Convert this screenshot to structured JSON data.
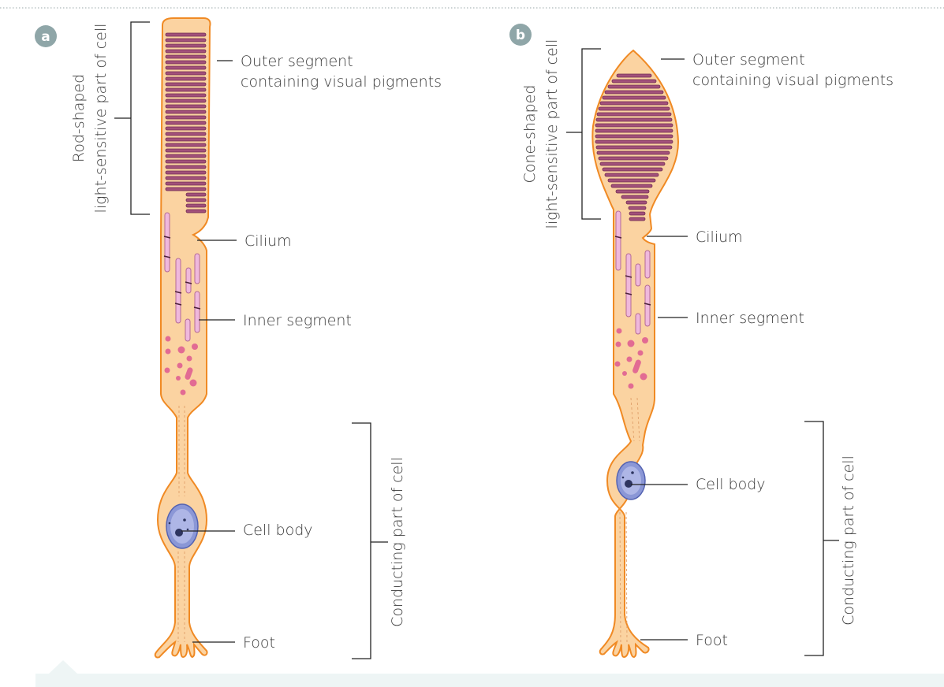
{
  "panels": {
    "a": {
      "badge": "a",
      "bracket_label_line1": "Rod-shaped",
      "bracket_label_line2": "light-sensitive part of cell",
      "outer_segment_line1": "Outer segment",
      "outer_segment_line2": "containing visual pigments",
      "cilium": "Cilium",
      "inner_segment": "Inner segment",
      "cell_body": "Cell body",
      "foot": "Foot",
      "conducting": "Conducting part of cell"
    },
    "b": {
      "badge": "b",
      "bracket_label_line1": "Cone-shaped",
      "bracket_label_line2": "light-sensitive part of cell",
      "outer_segment_line1": "Outer segment",
      "outer_segment_line2": "containing visual pigments",
      "cilium": "Cilium",
      "inner_segment": "Inner segment",
      "cell_body": "Cell body",
      "foot": "Foot",
      "conducting": "Conducting part of cell"
    }
  },
  "colors": {
    "cell_fill": "#fbd3a1",
    "cell_outline": "#f08a24",
    "pigment_discs": "#a2507a",
    "mitochondria": "#efb8dc",
    "granules": "#e26b93",
    "nucleus": "#8b97d6",
    "badge": "#8fa6a8"
  }
}
